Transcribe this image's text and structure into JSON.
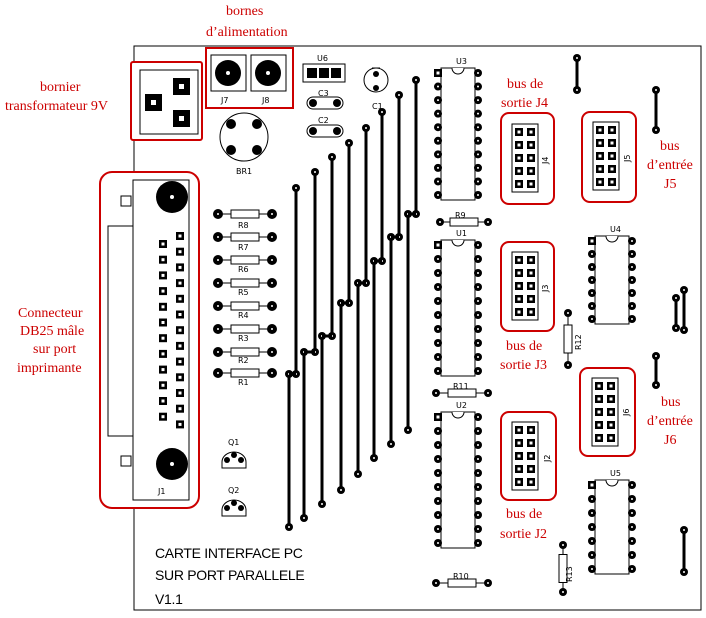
{
  "board": {
    "title_line1": "CARTE INTERFACE PC",
    "title_line2": "SUR PORT PARALLELE",
    "version": "V1.1"
  },
  "annotations": {
    "bornes_line1": "bornes",
    "bornes_line2": "d’alimentation",
    "bornier_line1": "bornier",
    "bornier_line2": "transformateur 9V",
    "connecteur_line1": "Connecteur",
    "connecteur_line2": "DB25 mâle",
    "connecteur_line3": "sur port",
    "connecteur_line4": "imprimante",
    "j4_line1": "bus de",
    "j4_line2": "sortie J4",
    "j3_line1": "bus de",
    "j3_line2": "sortie J3",
    "j2_line1": "bus de",
    "j2_line2": "sortie J2",
    "j5_line1": "bus",
    "j5_line2": "d’entrée",
    "j5_line3": "J5",
    "j6_line1": "bus",
    "j6_line2": "d’entrée",
    "j6_line3": "J6"
  },
  "silk": {
    "J1": "J1",
    "J2": "J2",
    "J3": "J3",
    "J4": "J4",
    "J5": "J5",
    "J6": "J6",
    "J7": "J7",
    "J8": "J8",
    "U1": "U1",
    "U2": "U2",
    "U3": "U3",
    "U4": "U4",
    "U5": "U5",
    "U6": "U6",
    "C1": "C1",
    "C2": "C2",
    "C3": "C3",
    "BR1": "BR1",
    "Q1": "Q1",
    "Q2": "Q2",
    "R1": "R1",
    "R2": "R2",
    "R3": "R3",
    "R4": "R4",
    "R5": "R5",
    "R6": "R6",
    "R7": "R7",
    "R8": "R8",
    "R9": "R9",
    "R10": "R10",
    "R11": "R11",
    "R12": "R12",
    "R13": "R13"
  },
  "colors": {
    "annotation": "#cc0000",
    "board": "#000000"
  }
}
